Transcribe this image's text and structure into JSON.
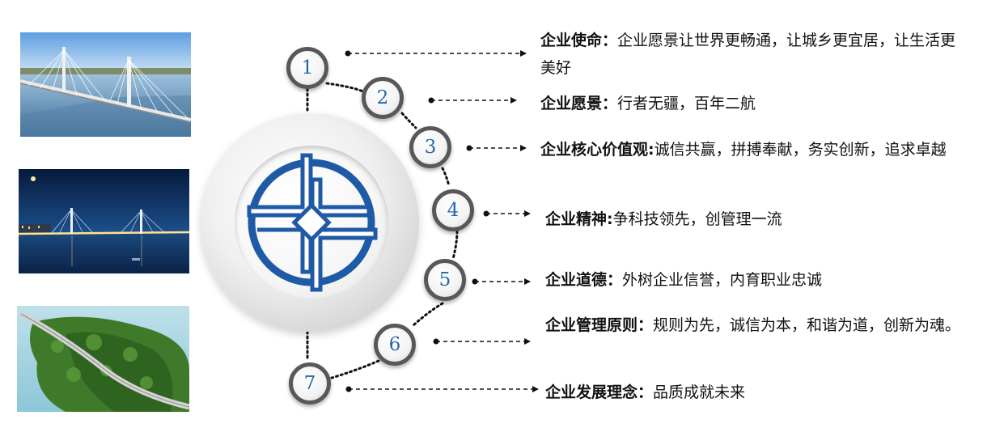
{
  "colors": {
    "accent_blue": "#2466a8",
    "logo_blue": "#1f5aa6",
    "ring_gray": "#585858",
    "connector": "#111111"
  },
  "numbers": [
    "1",
    "2",
    "3",
    "4",
    "5",
    "6",
    "7"
  ],
  "items": [
    {
      "title": "企业使命：",
      "text": "企业愿景让世界更畅通，让城乡更宜居，让生活更美好"
    },
    {
      "title": "企业愿景：",
      "text": "行者无疆，百年二航"
    },
    {
      "title": "企业核心价值观:",
      "text": "诚信共赢，拼搏奉献，务实创新，追求卓越"
    },
    {
      "title": "企业精神:",
      "text": "争科技领先，创管理一流"
    },
    {
      "title": "企业道德：",
      "text": "外树企业信誉，内育职业忠诚"
    },
    {
      "title": "企业管理原则：",
      "text": "规则为先，诚信为本，和谐为道，创新为魂。"
    },
    {
      "title": "企业发展理念：",
      "text": "品质成就未来"
    }
  ],
  "photos": [
    "cable-stayed-bridge-day-photo",
    "cable-stayed-bridge-night-photo",
    "highway-bridge-aerial-photo"
  ],
  "logo_icon": "company-logo-icon"
}
